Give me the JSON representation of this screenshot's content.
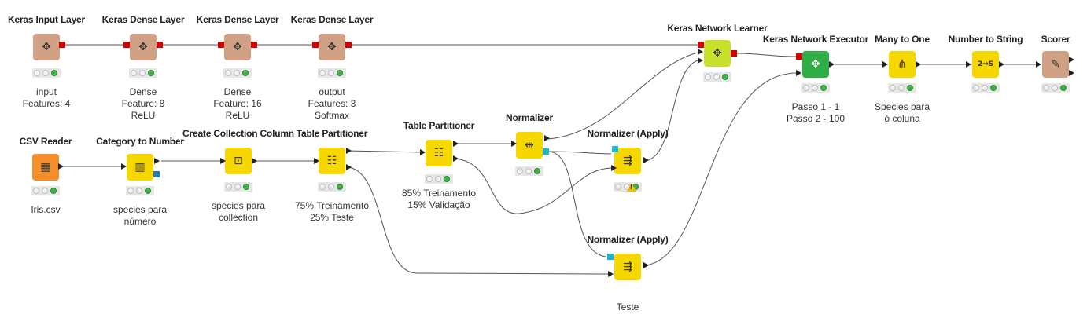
{
  "colors": {
    "keras_node": "#d0a184",
    "manipulator": "#f6d700",
    "reader": "#f28f2b",
    "learner": "#c8e02a",
    "predictor": "#2fae45",
    "scorer": "#d0a184",
    "wire": "#555555"
  },
  "nodes": [
    {
      "id": "keras-input",
      "title": "Keras Input Layer",
      "icon": "network-icon",
      "glyph": "✥",
      "lines": [
        "input",
        "Features: 4"
      ]
    },
    {
      "id": "keras-dense-1",
      "title": "Keras Dense Layer",
      "icon": "network-icon",
      "glyph": "✥",
      "lines": [
        "Dense",
        "Feature: 8",
        "ReLU"
      ]
    },
    {
      "id": "keras-dense-2",
      "title": "Keras Dense Layer",
      "icon": "network-icon",
      "glyph": "✥",
      "lines": [
        "Dense",
        "Feature: 16",
        "ReLU"
      ]
    },
    {
      "id": "keras-dense-3",
      "title": "Keras Dense Layer",
      "icon": "network-icon",
      "glyph": "✥",
      "lines": [
        "output",
        "Features: 3",
        "Softmax"
      ]
    },
    {
      "id": "keras-learner",
      "title": "Keras Network Learner",
      "icon": "network-icon",
      "glyph": "✥",
      "lines": []
    },
    {
      "id": "keras-executor",
      "title": "Keras Network Executor",
      "icon": "network-icon",
      "glyph": "✥",
      "lines": [
        "Passo 1 - 1",
        "Passo 2 - 100"
      ]
    },
    {
      "id": "many-to-one",
      "title": "Many to One",
      "icon": "many-to-one-icon",
      "glyph": "⋔",
      "lines": [
        "Species para",
        "ó coluna"
      ]
    },
    {
      "id": "number-to-string",
      "title": "Number to String",
      "icon": "number-to-string-icon",
      "glyph": "2→S",
      "lines": []
    },
    {
      "id": "scorer",
      "title": "Scorer",
      "icon": "scorer-icon",
      "glyph": "✎",
      "lines": []
    },
    {
      "id": "csv-reader",
      "title": "CSV Reader",
      "icon": "table-icon",
      "glyph": "▦",
      "lines": [
        "Iris.csv"
      ]
    },
    {
      "id": "category-to-number",
      "title": "Category to Number",
      "icon": "category-icon",
      "glyph": "▥",
      "lines": [
        "species para",
        "número"
      ]
    },
    {
      "id": "create-collection",
      "title": "Create Collection Column",
      "icon": "collection-icon",
      "glyph": "⊡",
      "lines": [
        "species para",
        "collection"
      ]
    },
    {
      "id": "table-partitioner-1",
      "title": "Table Partitioner",
      "icon": "partition-icon",
      "glyph": "☷",
      "lines": [
        "75% Treinamento",
        "25% Teste"
      ]
    },
    {
      "id": "table-partitioner-2",
      "title": "Table Partitioner",
      "icon": "partition-icon",
      "glyph": "☷",
      "lines": [
        "85% Treinamento",
        "15% Validação"
      ]
    },
    {
      "id": "normalizer",
      "title": "Normalizer",
      "icon": "normalize-icon",
      "glyph": "⇹",
      "lines": []
    },
    {
      "id": "normalizer-apply-1",
      "title": "Normalizer (Apply)",
      "icon": "normalize-apply-icon",
      "glyph": "⇶",
      "lines": []
    },
    {
      "id": "normalizer-apply-2",
      "title": "Normalizer (Apply)",
      "icon": "normalize-apply-icon",
      "glyph": "⇶",
      "lines": [
        "Teste"
      ]
    }
  ]
}
